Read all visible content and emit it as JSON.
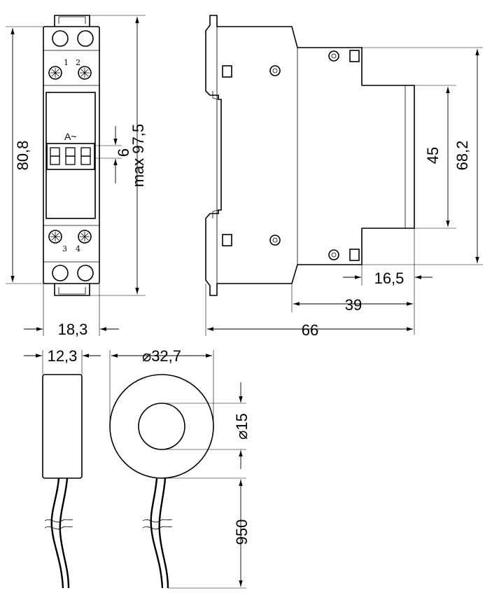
{
  "front_view": {
    "terminal_top_left": "1",
    "terminal_top_right": "2",
    "terminal_bottom_left": "3",
    "terminal_bottom_right": "4",
    "unit_label": "A~",
    "display_digits": "888"
  },
  "dimensions": {
    "height_front": "80,8",
    "height_max": "max 97,5",
    "digit_height": "6",
    "width_front": "18,3",
    "side_height": "68,2",
    "side_inner_height": "45",
    "side_step": "16,5",
    "side_depth_front": "39",
    "side_depth_total": "66",
    "sensor_width": "12,3",
    "toroid_outer_dia": "⌀32,7",
    "toroid_inner_dia": "⌀15",
    "cable_length": "950"
  }
}
